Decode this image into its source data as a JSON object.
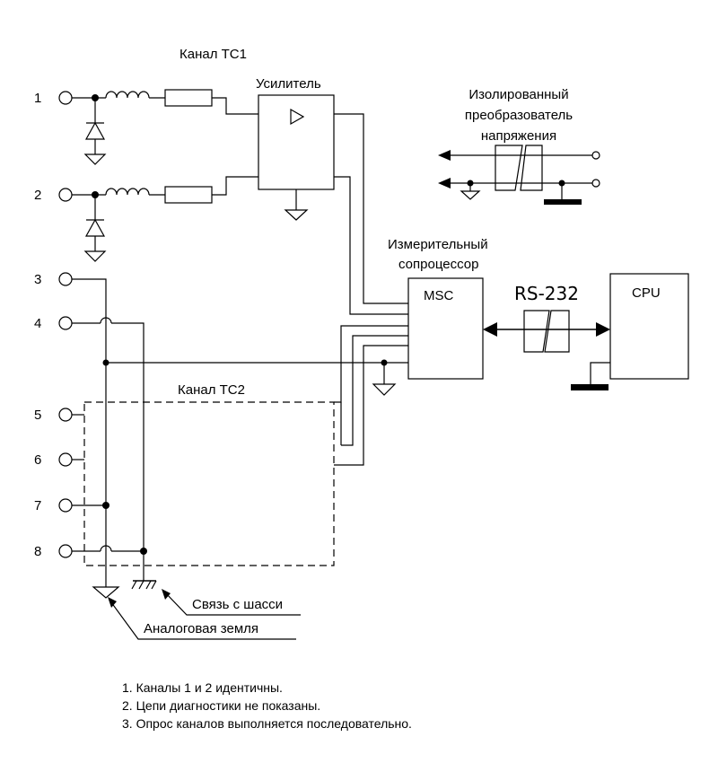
{
  "labels": {
    "channel_tc1": "Канал ТС1",
    "amplifier": "Усилитель",
    "isolated_converter": [
      "Изолированный",
      "преобразователь",
      "напряжения"
    ],
    "measuring_coprocessor": [
      "Измерительный",
      "сопроцессор"
    ],
    "msc": "MSC",
    "rs232": "RS-232",
    "cpu": "CPU",
    "channel_tc2": "Канал ТС2",
    "chassis_link": "Связь с шасси",
    "analog_ground": "Аналоговая земля"
  },
  "terminals": [
    "1",
    "2",
    "3",
    "4",
    "5",
    "6",
    "7",
    "8"
  ],
  "notes": [
    "1. Каналы 1 и 2 идентичны.",
    "2. Цепи диагностики не показаны.",
    "3. Опрос каналов выполняется последовательно."
  ]
}
